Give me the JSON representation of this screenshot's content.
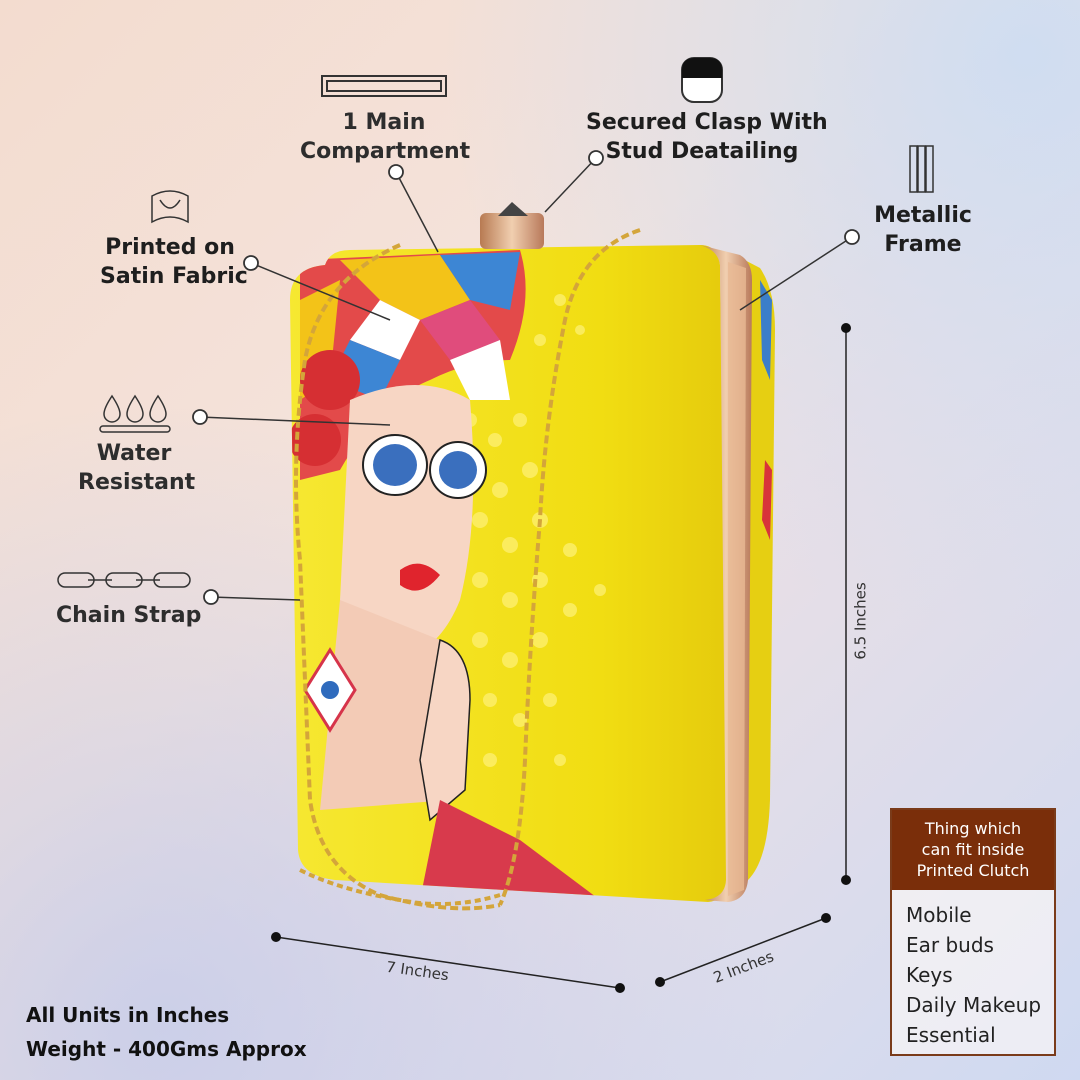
{
  "features": {
    "main_compartment": "1 Main Compartment",
    "main_compartment_line1": "1 Main",
    "main_compartment_line2": "Compartment",
    "clasp_line1": "Secured Clasp With",
    "clasp_line2": "Stud Deatailing",
    "fabric_line1": "Printed on",
    "fabric_line2": "Satin Fabric",
    "frame_line1": "Metallic",
    "frame_line2": "Frame",
    "water_line1": "Water",
    "water_line2": "Resistant",
    "chain": "Chain Strap"
  },
  "dimensions": {
    "width": "7 Inches",
    "depth": "2 Inches",
    "height": "6.5 Inches"
  },
  "footer": {
    "units": "All Units in Inches",
    "weight": "Weight - 400Gms Approx"
  },
  "fit_box": {
    "title_line1": "Thing which",
    "title_line2": "can fit inside",
    "title_line3": "Printed Clutch",
    "items": [
      "Mobile",
      "Ear buds",
      "Keys",
      "Daily Makeup",
      "Essential"
    ]
  },
  "colors": {
    "clutch_yellow": "#f2e21a",
    "frame_gold": "#d9a276",
    "box_header": "#7a2e0a"
  },
  "icons": [
    "compartment-icon",
    "clasp-icon",
    "fabric-icon",
    "frame-icon",
    "water-drops-icon",
    "chain-icon"
  ]
}
